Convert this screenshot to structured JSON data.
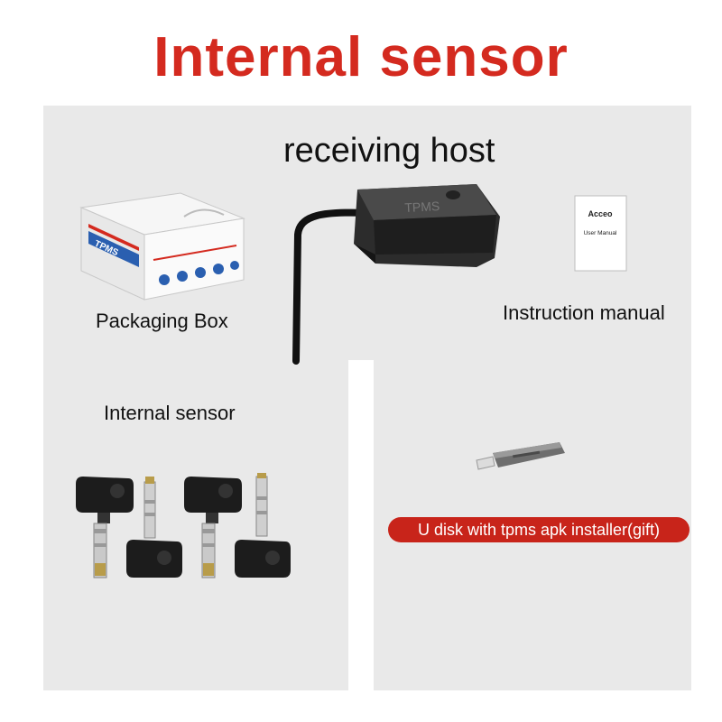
{
  "title": "Internal sensor",
  "colors": {
    "title_red": "#d42a1f",
    "badge_red": "#c8241a",
    "panel_gray": "#e9e9e9"
  },
  "items": {
    "receiving_host": {
      "label": "receiving host",
      "device_text": "TPMS",
      "icon": "tpms-receiver-icon"
    },
    "packaging_box": {
      "label": "Packaging Box",
      "box_text": "TPMS",
      "icon": "packaging-box-icon"
    },
    "instruction_manual": {
      "label": "Instruction manual",
      "brand": "Acceo",
      "cover_text": "User Manual",
      "icon": "manual-booklet-icon"
    },
    "internal_sensor": {
      "label": "Internal sensor",
      "icon": "valve-sensor-icon"
    },
    "u_disk": {
      "label": "U disk with tpms apk installer(gift)",
      "icon": "usb-drive-icon"
    }
  }
}
